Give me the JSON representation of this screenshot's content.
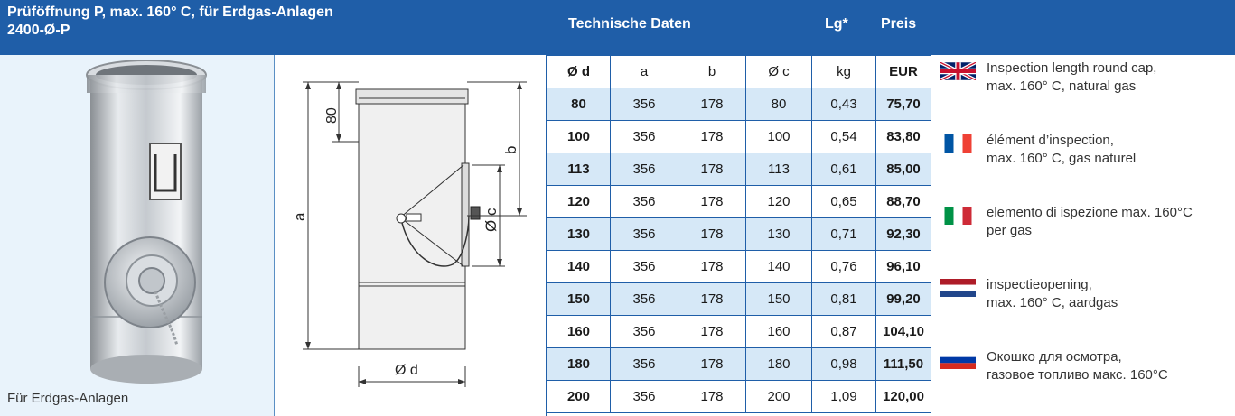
{
  "header": {
    "title": "Prüföffnung  P, max. 160° C, für Erdgas-Anlagen",
    "code": "2400-Ø-P",
    "tech_label": "Technische Daten",
    "lg_label": "Lg*",
    "preis_label": "Preis"
  },
  "photo": {
    "caption": "Für Erdgas-Anlagen"
  },
  "drawing": {
    "dim_80": "80",
    "dim_b": "b",
    "dim_a": "a",
    "dim_c": "Ø c",
    "dim_d": "Ø d"
  },
  "table": {
    "columns": [
      "Ø d",
      "a",
      "b",
      "Ø c",
      "kg",
      "EUR"
    ],
    "rows": [
      [
        "80",
        "356",
        "178",
        "80",
        "0,43",
        "75,70"
      ],
      [
        "100",
        "356",
        "178",
        "100",
        "0,54",
        "83,80"
      ],
      [
        "113",
        "356",
        "178",
        "113",
        "0,61",
        "85,00"
      ],
      [
        "120",
        "356",
        "178",
        "120",
        "0,65",
        "88,70"
      ],
      [
        "130",
        "356",
        "178",
        "130",
        "0,71",
        "92,30"
      ],
      [
        "140",
        "356",
        "178",
        "140",
        "0,76",
        "96,10"
      ],
      [
        "150",
        "356",
        "178",
        "150",
        "0,81",
        "99,20"
      ],
      [
        "160",
        "356",
        "178",
        "160",
        "0,87",
        "104,10"
      ],
      [
        "180",
        "356",
        "178",
        "180",
        "0,98",
        "111,50"
      ],
      [
        "200",
        "356",
        "178",
        "200",
        "1,09",
        "120,00"
      ]
    ]
  },
  "languages": [
    {
      "flag": "uk-flag-icon",
      "lines": [
        "Inspection length round cap,",
        "max. 160° C, natural gas"
      ]
    },
    {
      "flag": "france-flag-icon",
      "lines": [
        "élément d’inspection,",
        "max. 160° C, gas naturel"
      ]
    },
    {
      "flag": "italy-flag-icon",
      "lines": [
        "elemento di ispezione max. 160°C",
        "per gas"
      ]
    },
    {
      "flag": "netherlands-flag-icon",
      "lines": [
        "inspectieopening,",
        "max. 160° C, aardgas"
      ]
    },
    {
      "flag": "russia-flag-icon",
      "lines": [
        "Окошко для осмотра,",
        "газовое топливо макс. 160°C"
      ]
    }
  ],
  "colors": {
    "header_bg": "#1f5ea8",
    "row_shade": "#d6e8f7",
    "photo_bg": "#e9f3fb"
  }
}
